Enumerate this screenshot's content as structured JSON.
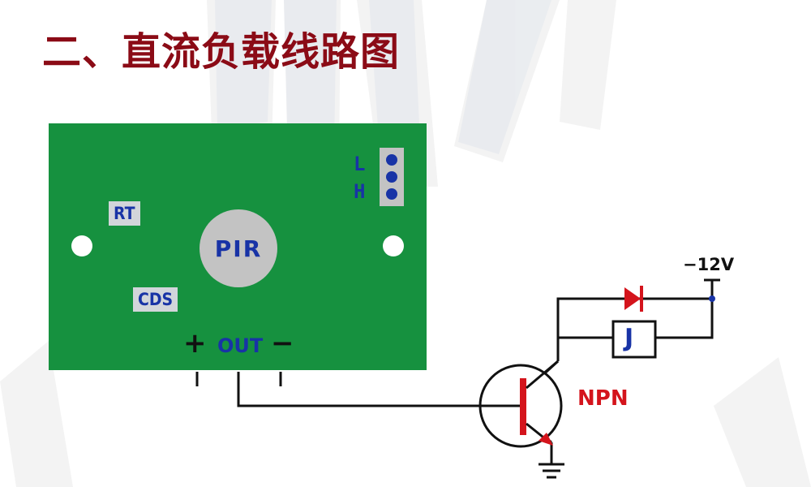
{
  "heading": "二、直流负载线路图",
  "board": {
    "sensor_label": "PIR",
    "resistor_label": "RT",
    "photocell_label": "CDS",
    "jumper_low_label": "L",
    "jumper_high_label": "H",
    "plus_sign": "+",
    "output_label": "OUT",
    "minus_sign": "−"
  },
  "circuit": {
    "supply_label": "−12V",
    "relay_label": "J",
    "transistor_label": "NPN"
  },
  "colors": {
    "heading": "#8b0b16",
    "board": "#16913f",
    "board_text": "#1833a6",
    "diode": "#d4141c",
    "emitter_arrow": "#d4141c",
    "wire": "#111111"
  },
  "icons": [
    "diode-icon",
    "relay-coil-icon",
    "npn-transistor-icon",
    "ground-icon"
  ]
}
